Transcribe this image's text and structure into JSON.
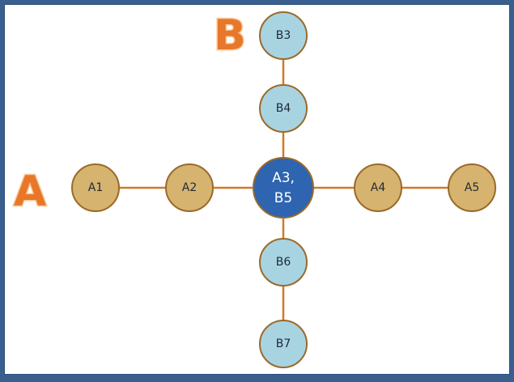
{
  "colors": {
    "edge": "#d07a28",
    "node_a_fill": "#d6b36e",
    "node_a_stroke": "#9a6a2a",
    "node_b_fill": "#a8d4e2",
    "node_b_stroke": "#9a6a2a",
    "center_fill": "#2e64b0",
    "center_stroke": "#9a6a2a",
    "letter": "#e8772a"
  },
  "groups": {
    "a_letter": "A",
    "b_letter": "B"
  },
  "nodes": {
    "a1": "A1",
    "a2": "A2",
    "a4": "A4",
    "a5": "A5",
    "b3": "B3",
    "b4": "B4",
    "b6": "B6",
    "b7": "B7",
    "center_line1": "A3,",
    "center_line2": "B5"
  }
}
